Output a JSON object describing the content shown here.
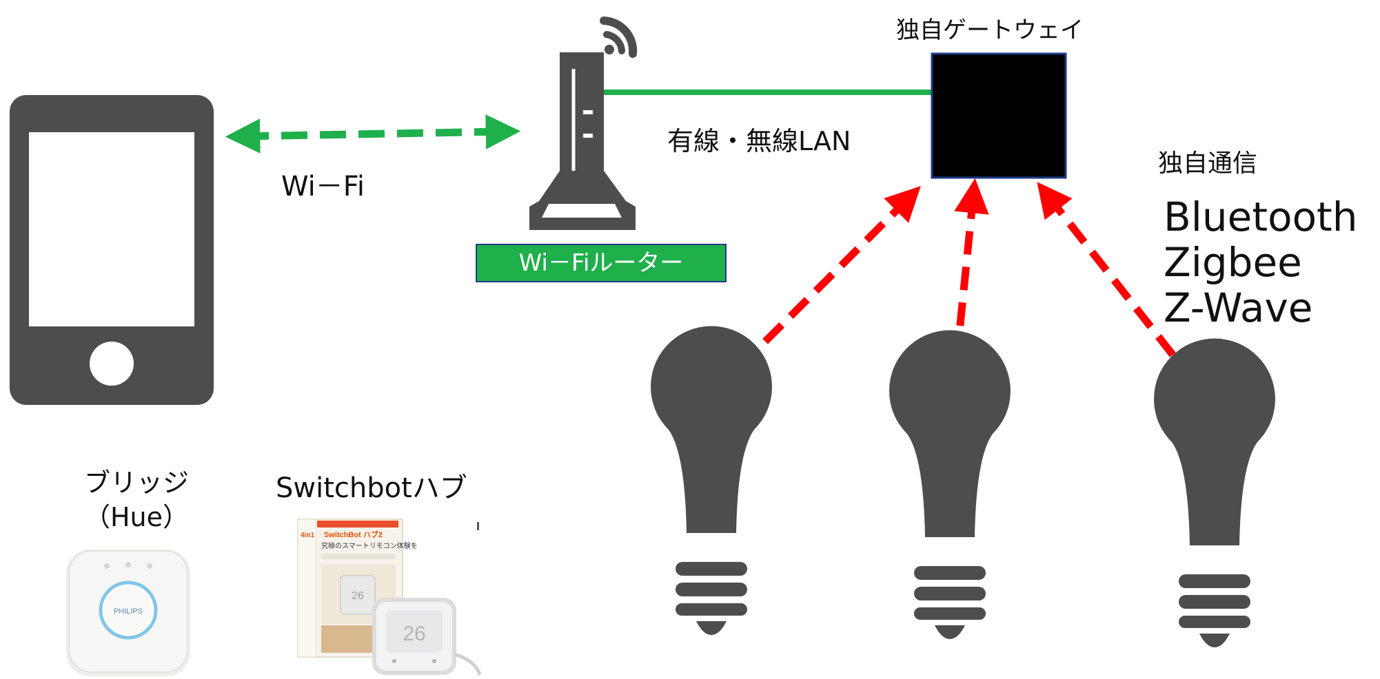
{
  "labels": {
    "wifi": "Wi－Fi",
    "lan": "有線・無線LAN",
    "gateway": "独自ゲートウェイ",
    "proprietary_comm": "独自通信",
    "router": "Wi－Fiルーター",
    "bridge_line1": "ブリッジ",
    "bridge_line2": "（Hue）",
    "hub": "Switchbotハブ"
  },
  "protocols": [
    "Bluetooth",
    "Zigbee",
    "Z-Wave"
  ],
  "images": {
    "bridge_brand": "PHILIPS",
    "hub_box_title": "SwitchBot ハブ2",
    "hub_box_subtitle": "究極のスマートリモコン体験を",
    "hub_box_badge": "4in1",
    "hub_display": "26"
  },
  "colors": {
    "icon_gray": "#4d4d4d",
    "wifi_arrow": "#1faf4b",
    "lan_line": "#1faf4b",
    "radio_arrow": "#ff0000",
    "gateway_fill": "#000000",
    "gateway_border": "#1e3a8a",
    "router_label_bg": "#1faf4b"
  },
  "icons": [
    "phone-icon",
    "router-icon",
    "gateway-box",
    "bulb-icon"
  ]
}
